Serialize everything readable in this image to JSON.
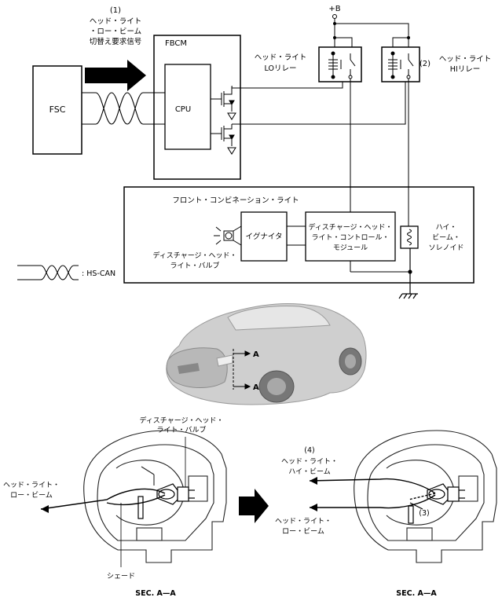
{
  "signal": {
    "number": "(1)",
    "line1": "ヘッド・ライト",
    "line2": "・ロー・ビーム",
    "line3": "切替え要求信号"
  },
  "fsc": "FSC",
  "fbcm": "FBCM",
  "cpu": "CPU",
  "lo_relay": {
    "line1": "ヘッド・ライト",
    "line2": "LOリレー"
  },
  "hi_relay": {
    "number": "(2)",
    "line1": "ヘッド・ライト",
    "line2": "HIリレー"
  },
  "battery": "+B",
  "front_combination": "フロント・コンビネーション・ライト",
  "igniter": "イグナイタ",
  "discharge_ctrl": {
    "line1": "ディスチャージ・ヘッド・",
    "line2": "ライト・コントロール・",
    "line3": "モジュール"
  },
  "hi_solenoid": {
    "line1": "ハイ・",
    "line2": "ビーム・",
    "line3": "ソレノイド"
  },
  "discharge_bulb": {
    "line1": "ディスチャージ・ヘッド・",
    "line2": "ライト・バルブ"
  },
  "hscan_legend": ": HS-CAN",
  "section_mark": "A",
  "left_section": {
    "bulb_line1": "ディスチャージ・ヘッド・",
    "bulb_line2": "ライト・バルブ",
    "beam_line1": "ヘッド・ライト・",
    "beam_line2": "ロー・ビーム",
    "shade": "シェード",
    "caption": "SEC. A—A"
  },
  "right_section": {
    "number4": "(4)",
    "hi_line1": "ヘッド・ライト・",
    "hi_line2": "ハイ・ビーム",
    "lo_line1": "ヘッド・ライト・",
    "lo_line2": "ロー・ビーム",
    "number3": "(3)",
    "caption": "SEC. A—A"
  }
}
